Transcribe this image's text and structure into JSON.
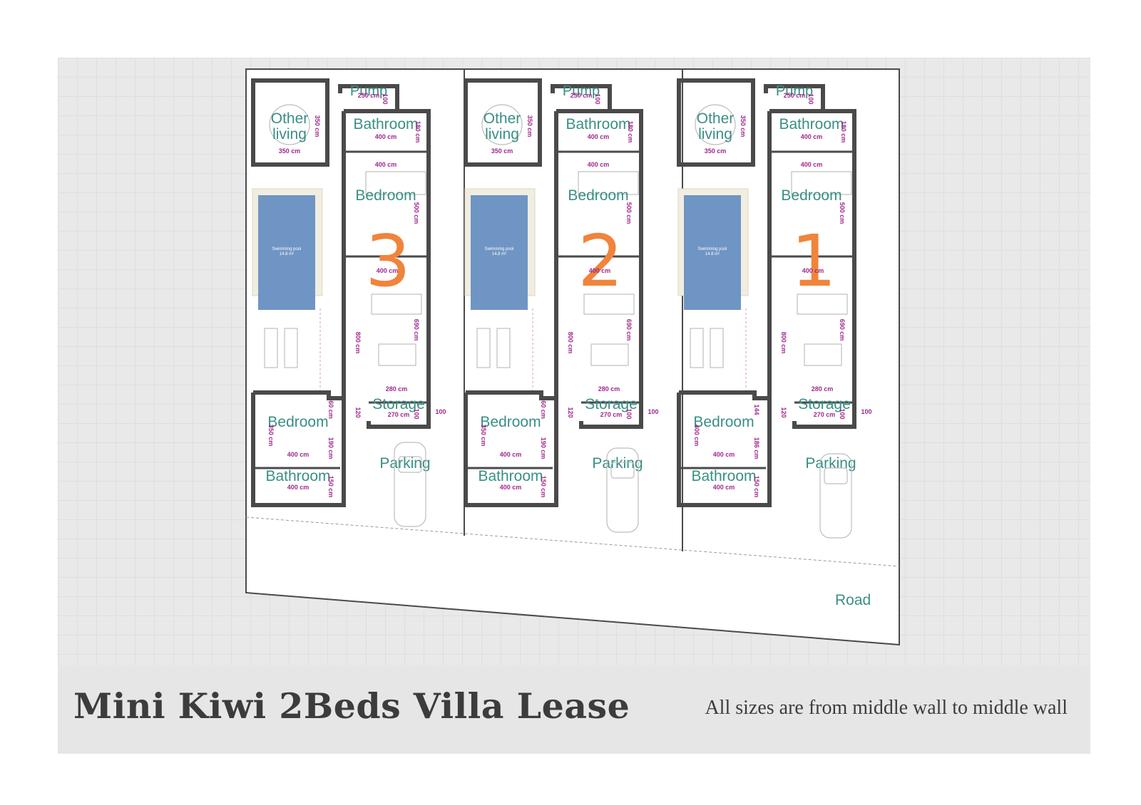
{
  "title": "Mini Kiwi 2Beds Villa Lease",
  "subtitle": "All sizes are from middle wall to middle wall",
  "road_label": "Road",
  "colors": {
    "label": "#3a8f84",
    "dimension": "#a0288c",
    "unit_number": "#f0843c",
    "pool": "#6f95c4",
    "wall": "#4a4a4a"
  },
  "units": [
    {
      "number": "3",
      "rooms": {
        "other_living": [
          "Other",
          "living"
        ],
        "pump": "Pump",
        "bathroom_top": "Bathroom",
        "bedroom_top": "Bedroom",
        "storage": "Storage",
        "bedroom_bottom": "Bedroom",
        "bathroom_bottom": "Bathroom",
        "parking": "Parking"
      },
      "pool": {
        "name": "Swimming pool",
        "area": "14.8 m²"
      },
      "dims": {
        "ol_h": "350 cm",
        "ol_w": "350 cm",
        "pump_w": "250 cm",
        "pump_h": "100",
        "bath_w": "400 cm",
        "bath_h": "180 cm",
        "bed_w": "400 cm",
        "bed_h": "500 cm",
        "living_w": "400 cm",
        "living_h": "690 cm",
        "hall_h": "800 cm",
        "store_w1": "280 cm",
        "store_w2": "270 cm",
        "store_h": "100",
        "gap": "100",
        "b2_h": "350 cm",
        "b2_w": "400 cm",
        "b2_h2": "190 cm",
        "b2_side": "60 cm",
        "ba2_w": "400 cm",
        "ba2_h": "150 cm",
        "small": "120"
      }
    },
    {
      "number": "2",
      "rooms": {
        "other_living": [
          "Other",
          "living"
        ],
        "pump": "Pump",
        "bathroom_top": "Bathroom",
        "bedroom_top": "Bedroom",
        "storage": "Storage",
        "bedroom_bottom": "Bedroom",
        "bathroom_bottom": "Bathroom",
        "parking": "Parking"
      },
      "pool": {
        "name": "Swimming pool",
        "area": "14.8 m²"
      },
      "dims": {
        "ol_h": "350 cm",
        "ol_w": "350 cm",
        "pump_w": "250 cm",
        "pump_h": "100",
        "bath_w": "400 cm",
        "bath_h": "180 cm",
        "bed_w": "400 cm",
        "bed_h": "500 cm",
        "living_w": "400 cm",
        "living_h": "690 cm",
        "hall_h": "800 cm",
        "store_w1": "280 cm",
        "store_w2": "270 cm",
        "store_h": "100",
        "gap": "100",
        "b2_h": "350 cm",
        "b2_w": "400 cm",
        "b2_h2": "190 cm",
        "b2_side": "60 cm",
        "ba2_w": "400 cm",
        "ba2_h": "150 cm",
        "small": "120"
      }
    },
    {
      "number": "1",
      "rooms": {
        "other_living": [
          "Other",
          "living"
        ],
        "pump": "Pump",
        "bathroom_top": "Bathroom",
        "bedroom_top": "Bedroom",
        "storage": "Storage",
        "bedroom_bottom": "Bedroom",
        "bathroom_bottom": "Bathroom",
        "parking": "Parking"
      },
      "pool": {
        "name": "Swimming pool",
        "area": "14.8 m²"
      },
      "dims": {
        "ol_h": "350 cm",
        "ol_w": "350 cm",
        "pump_w": "250 cm",
        "pump_h": "100",
        "bath_w": "400 cm",
        "bath_h": "180 cm",
        "bed_w": "400 cm",
        "bed_h": "500 cm",
        "living_w": "400 cm",
        "living_h": "690 cm",
        "hall_h": "800 cm",
        "store_w1": "280 cm",
        "store_w2": "270 cm",
        "store_h": "100",
        "gap": "100",
        "b2_h": "400 cm",
        "b2_w": "400 cm",
        "b2_h2": "186 cm",
        "b2_side": "144",
        "ba2_w": "400 cm",
        "ba2_h": "150 cm",
        "small": "120"
      }
    }
  ]
}
